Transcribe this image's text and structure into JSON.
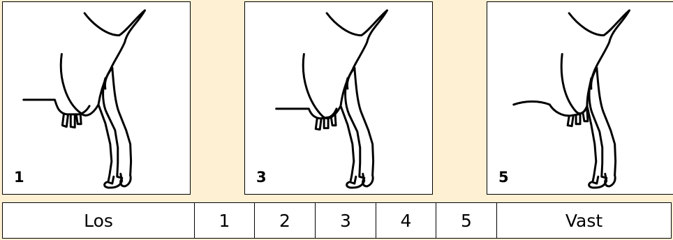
{
  "panels": [
    {
      "number": "1"
    },
    {
      "number": "3"
    },
    {
      "number": "5"
    }
  ],
  "scale": {
    "low_label": "Los",
    "scores": [
      "1",
      "2",
      "3",
      "4",
      "5"
    ],
    "high_label": "Vast"
  }
}
